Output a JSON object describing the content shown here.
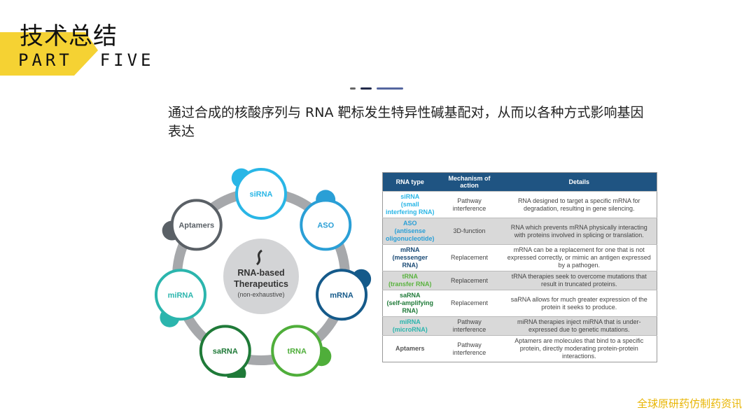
{
  "header": {
    "title": "技术总结",
    "part": "PART  FIVE"
  },
  "subtitle": "通过合成的核酸序列与 RNA 靶标发生特异性碱基配对，从而以各种方式影响基因表达",
  "diagram": {
    "center_title": "RNA-based Therapeutics",
    "center_note": "(non-exhaustive)",
    "nodes": [
      {
        "label": "siRNA",
        "color": "#29b6e6"
      },
      {
        "label": "ASO",
        "color": "#2a9fd6"
      },
      {
        "label": "mRNA",
        "color": "#155a8a"
      },
      {
        "label": "tRNA",
        "color": "#4fae3a"
      },
      {
        "label": "saRNA",
        "color": "#1f7a38"
      },
      {
        "label": "miRNA",
        "color": "#2bb5ad"
      },
      {
        "label": "Aptamers",
        "color": "#5a6066"
      }
    ]
  },
  "table": {
    "headers": [
      "RNA type",
      "Mechanism of action",
      "Details"
    ],
    "rows": [
      {
        "type": "siRNA\n(small interfering RNA)",
        "color": "#29b6e6",
        "mech": "Pathway interference",
        "details": "RNA designed to target a specific mRNA for degradation, resulting in gene silencing."
      },
      {
        "type": "ASO\n(antisense oligonucleotide)",
        "color": "#2a9fd6",
        "mech": "3D-function",
        "details": "RNA which prevents mRNA physically interacting with proteins involved in splicing or translation."
      },
      {
        "type": "mRNA\n(messenger RNA)",
        "color": "#1a4a75",
        "mech": "Replacement",
        "details": "mRNA can be a replacement for one that is not expressed correctly, or mimic an antigen expressed by a pathogen."
      },
      {
        "type": "tRNA\n(transfer RNA)",
        "color": "#5ab33f",
        "mech": "Replacement",
        "details": "tRNA therapies seek to overcome mutations that result in truncated proteins."
      },
      {
        "type": "saRNA\n(self-amplifying RNA)",
        "color": "#1f7a38",
        "mech": "Replacement",
        "details": "saRNA allows for much greater expression of the protein it seeks to produce."
      },
      {
        "type": "miRNA\n(microRNA)",
        "color": "#2bb5ad",
        "mech": "Pathway interference",
        "details": "miRNA therapies inject miRNA that is under-expressed due to genetic mutations."
      },
      {
        "type": "Aptamers",
        "color": "#555555",
        "mech": "Pathway interference",
        "details": "Aptamers are molecules that bind to a specific protein, directly moderating protein-protein interactions."
      }
    ]
  },
  "footer": "全球原研药仿制药资讯"
}
